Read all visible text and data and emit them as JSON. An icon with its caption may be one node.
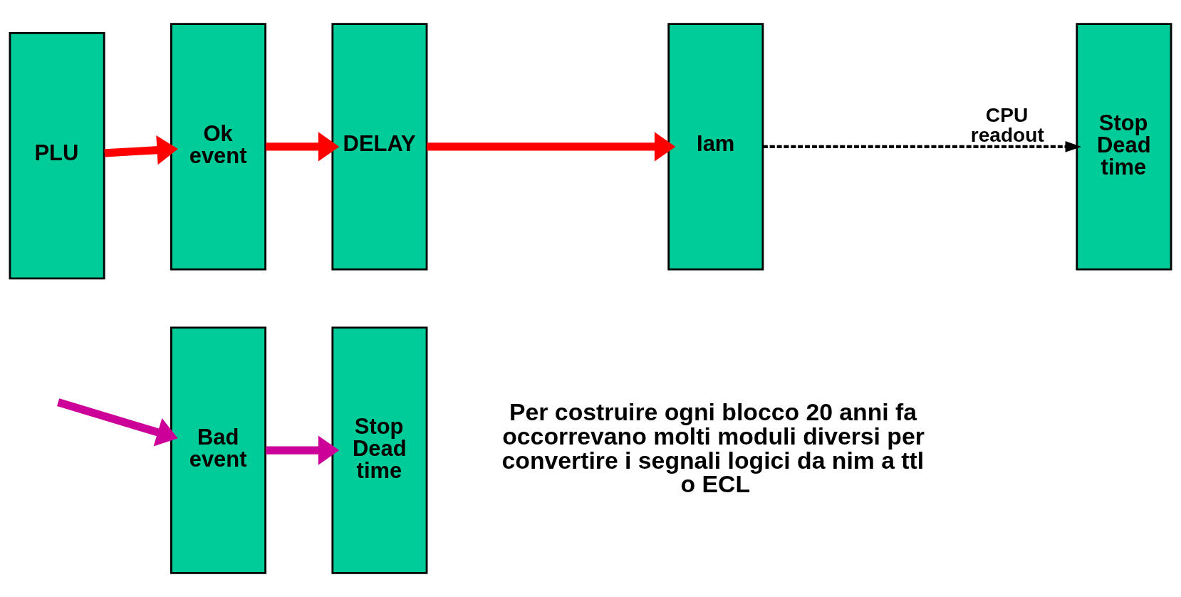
{
  "diagram": {
    "nodes": [
      {
        "text": [
          "PLU"
        ]
      },
      {
        "text": [
          "Ok event"
        ]
      },
      {
        "text": [
          "DELAY"
        ]
      },
      {
        "text": [
          "Iam"
        ]
      },
      {
        "text": [
          "Stop Dead time"
        ]
      },
      {
        "text": [
          "Bad event"
        ]
      },
      {
        "text": [
          "Stop Dead time"
        ]
      }
    ],
    "edges": [
      {
        "from": 0,
        "to": 1,
        "arrow": "to",
        "color": "#ff0000"
      },
      {
        "from": 1,
        "to": 2,
        "arrow": "to",
        "color": "#ff0000"
      },
      {
        "from": 2,
        "to": 3,
        "arrow": "to",
        "color": "#ff0000"
      },
      {
        "from": 3,
        "to": 4,
        "arrow": "to",
        "label": "CPU readout",
        "style": "dashed",
        "color": "#000000"
      },
      {
        "from": null,
        "to": 5,
        "arrow": "to",
        "color": "#cc0099"
      },
      {
        "from": 5,
        "to": 6,
        "arrow": "to",
        "color": "#cc0099"
      }
    ],
    "labels": [
      "Per costruire ogni blocco 20 anni fa occorrevano molti moduli diversi per convertire i segnali logici da nim a ttl o ECL"
    ]
  }
}
